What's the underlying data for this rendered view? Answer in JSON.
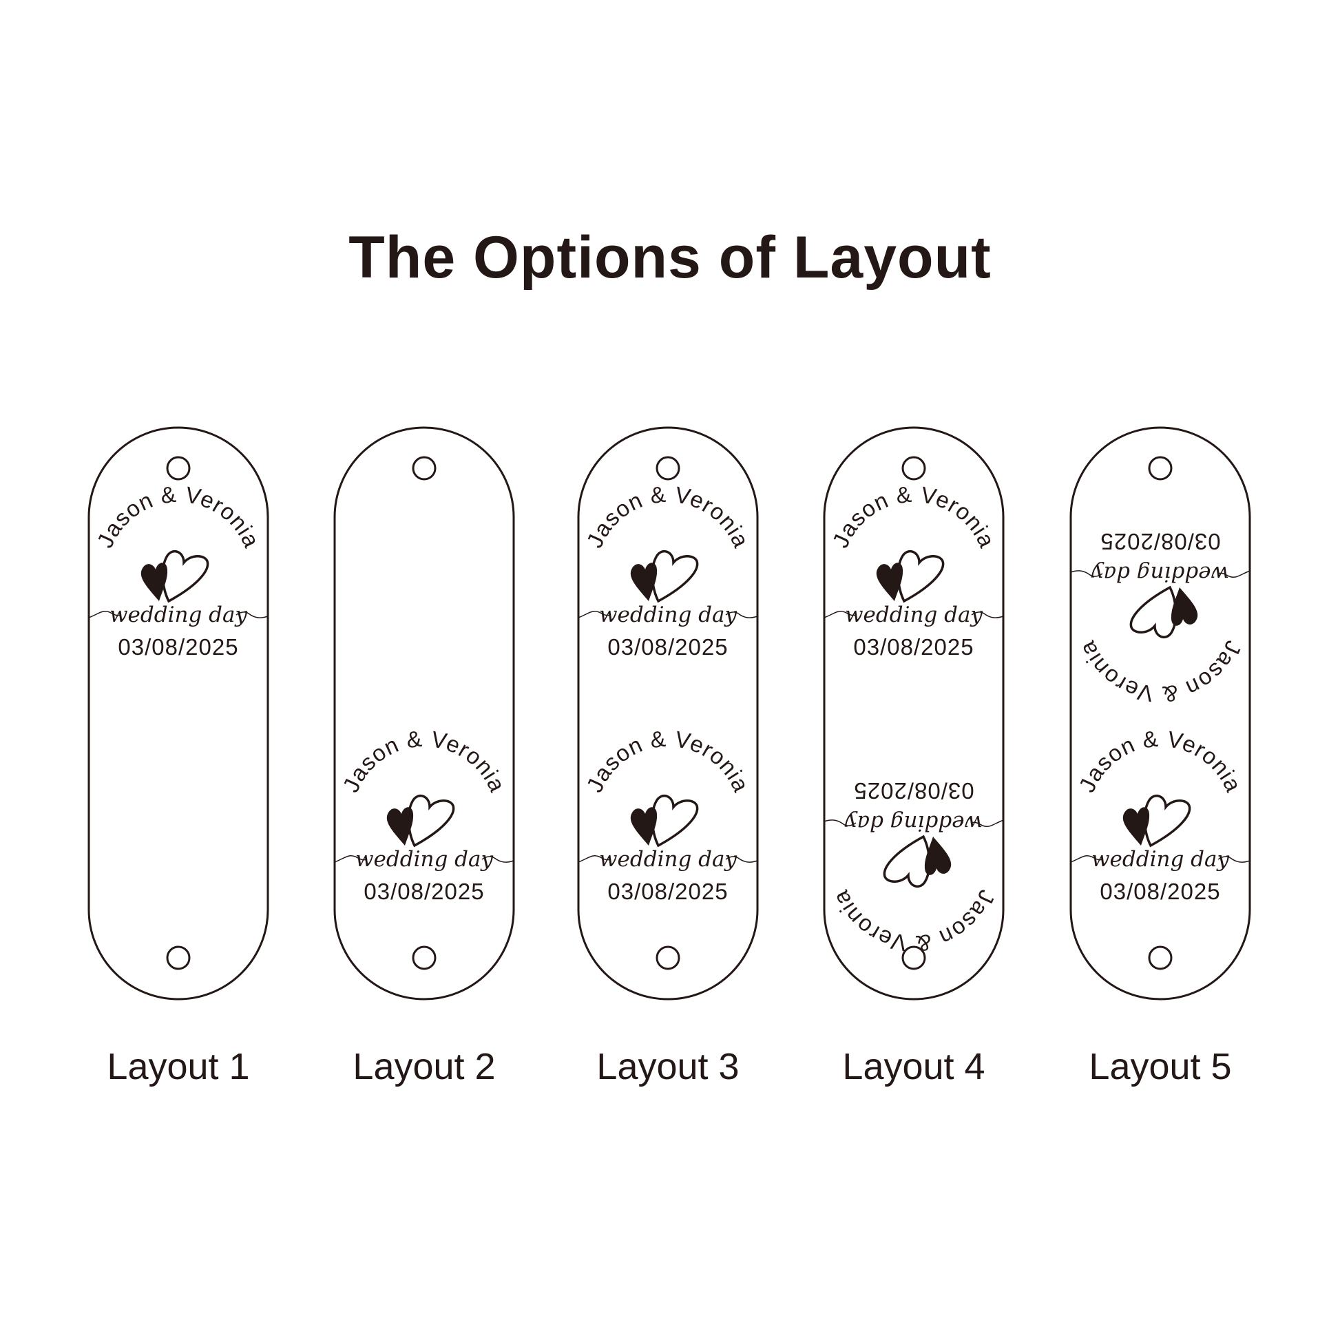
{
  "title": "The Options of Layout",
  "motif": {
    "names": "Jason & Veronia",
    "script": "wedding day",
    "date": "03/08/2025"
  },
  "colors": {
    "ink": "#231815",
    "background": "#ffffff"
  },
  "layouts": [
    {
      "label": "Layout 1",
      "motifs": [
        {
          "position": "top",
          "flipped": false
        }
      ]
    },
    {
      "label": "Layout 2",
      "motifs": [
        {
          "position": "bottom",
          "flipped": false
        }
      ]
    },
    {
      "label": "Layout 3",
      "motifs": [
        {
          "position": "top",
          "flipped": false
        },
        {
          "position": "bottom",
          "flipped": false
        }
      ]
    },
    {
      "label": "Layout 4",
      "motifs": [
        {
          "position": "top",
          "flipped": false
        },
        {
          "position": "bottom",
          "flipped": true
        }
      ]
    },
    {
      "label": "Layout 5",
      "motifs": [
        {
          "position": "top",
          "flipped": true
        },
        {
          "position": "bottom",
          "flipped": false
        }
      ]
    }
  ]
}
